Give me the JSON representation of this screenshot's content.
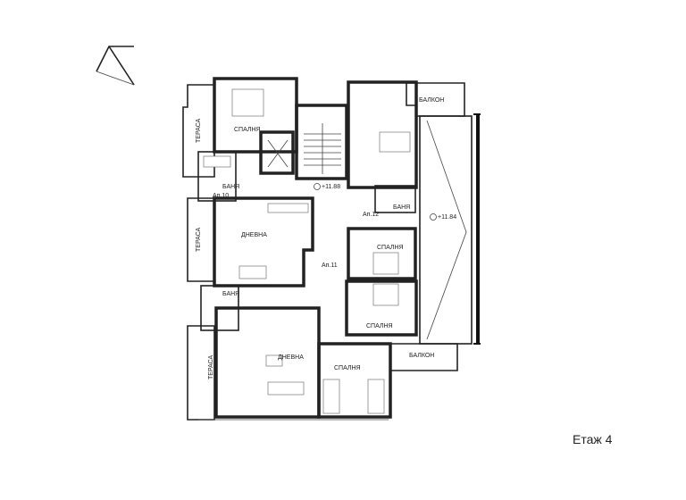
{
  "floor_label": "Етаж 4",
  "rooms": {
    "terrace_1": "ТЕРАСА",
    "terrace_2": "ТЕРАСА",
    "terrace_3": "ТЕРАСА",
    "bedroom_1": "СПАЛНЯ",
    "bedroom_2": "СПАЛНЯ",
    "bedroom_3": "СПАЛНЯ",
    "bedroom_4": "СПАЛНЯ",
    "bath_1": "БАНЯ",
    "bath_2": "БАНЯ",
    "bath_3": "БАНЯ",
    "living_1": "ДНЕВНА",
    "living_2": "ДНЕВНА",
    "balcony_1": "БАЛКОН",
    "balcony_2": "БАЛКОН"
  },
  "apartments": {
    "ap10": "Ап.10",
    "ap11": "Ап.11",
    "ap12": "Ап.12"
  },
  "levels": {
    "landing": "+11.88",
    "terrace": "+11.84"
  },
  "icons": {
    "north": "north-arrow-icon"
  }
}
